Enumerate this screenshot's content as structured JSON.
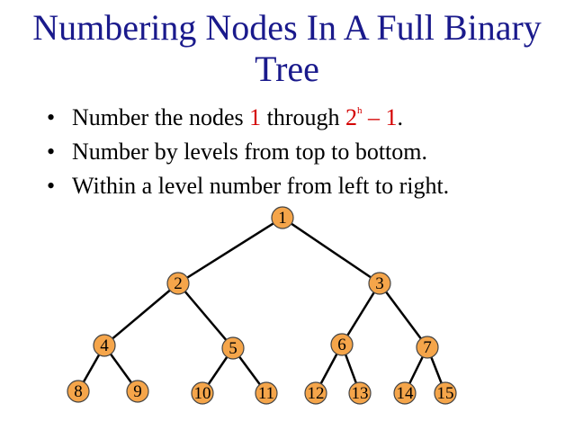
{
  "title": {
    "line1": "Numbering Nodes In A Full Binary",
    "line2": "Tree"
  },
  "bullets": [
    {
      "prefix": "Number the nodes ",
      "first": "1",
      "mid": " through ",
      "base": "2",
      "exp": "h",
      "minus": " – ",
      "last": "1",
      "end": "."
    },
    {
      "text": "Number by levels from top to bottom."
    },
    {
      "text": "Within a level number from left to right."
    }
  ],
  "bullet_glyph": "•",
  "tree": {
    "node_color": "#f5a54a",
    "node_border": "#444444",
    "edge_color": "#000000",
    "nodes": [
      "1",
      "2",
      "3",
      "4",
      "5",
      "6",
      "7",
      "8",
      "9",
      "10",
      "11",
      "12",
      "13",
      "14",
      "15"
    ]
  }
}
